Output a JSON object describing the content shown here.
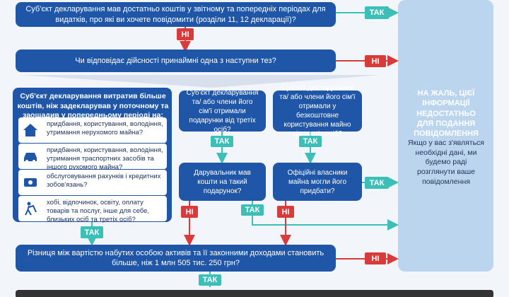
{
  "q1": "Суб'єкт декларування мав достатньо коштів у звітному та попередніх періодах для видатків, про які ви хочете повідомити (розділи 11, 12 декларації)?",
  "q2": "Чи відповідає дійсності принаймні одна з наступни тез?",
  "left": {
    "title": "Суб'єкт декларування витратив більше коштів, ніж задекларував у поточному та заощадив у попередньому періоді на:",
    "items": [
      {
        "text": "придбання, користування, володіння, утримання нерухомого майна?",
        "icon": "house-icon"
      },
      {
        "text": "придбання, користування, володіння, утримання траспортних засобів та іншого рухомого майна?",
        "icon": "car-icon"
      },
      {
        "text": "обслуговування рахунків і кредитних зобов'язань?",
        "icon": "money-icon"
      },
      {
        "text": "хобі, відпочинок, освіту, оплату товарів та послуг, інше для себе, близьких осіб та третіх осіб?",
        "icon": "golf-icon"
      }
    ]
  },
  "mid_q1": "Суб'єкт декларування та/ або члени його сім'ї отримали подарунки від третіх осіб?",
  "mid_q2": "Дарувальник мав кошти на такий подарунок?",
  "right_q1": "Суб'єкт декларування та/ або члени його сім'ї отримали у безкоштовне користування майно від третіх осіб?",
  "right_q2": "Офіційні власники майна могли його придбати?",
  "q_bottom": "Різниця між вартістю набутих особою активів та її законними доходами становить більше, ніж 1 млн 505 тис. 250 грн?",
  "labels": {
    "yes": "ТАК",
    "no": "НІ"
  },
  "side": {
    "title": "На жаль, цієї інформації недостатньо для подання повідомлення",
    "text": "Якщо у вас з'являться необхідні дані, ми будемо раді розглянути ваше повідомлення"
  },
  "colors": {
    "box": "#1f56a8",
    "yes": "#3cbfb7",
    "no": "#d93a3a",
    "side": "#bcd5ee"
  }
}
